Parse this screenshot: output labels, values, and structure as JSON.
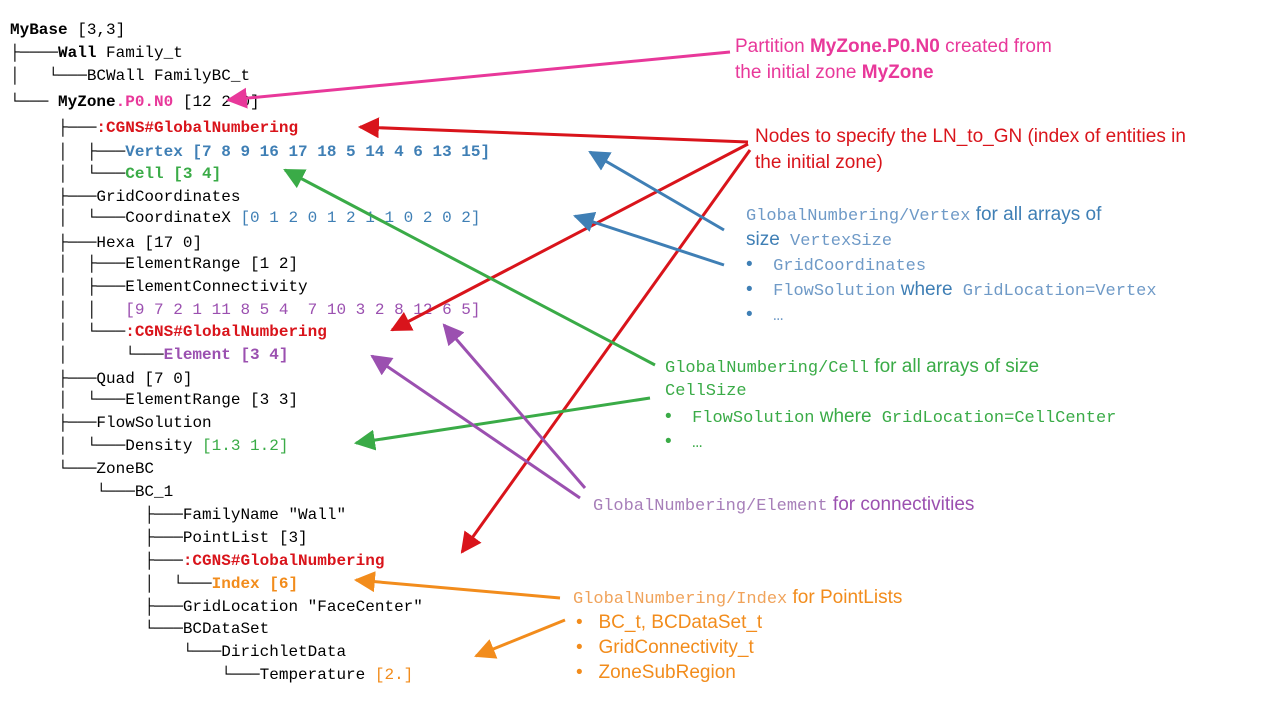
{
  "tree": {
    "l1_name": "MyBase",
    "l1_rest": " [3,3]",
    "l2_pre": "├────",
    "l2_name": "Wall",
    "l2_rest": " Family_t",
    "l3_pre": "│   └───",
    "l3_rest": "BCWall FamilyBC_t",
    "l4_pre": "└─── ",
    "l4_name": "MyZone",
    "l4_pink": ".P0.N0",
    "l4_rest": " [12 2 0]",
    "l5_pre": "     ├───",
    "l5_red": ":CGNS#GlobalNumbering",
    "l6_pre": "     │  ├───",
    "l6_blue": "Vertex [7 8 9 16 17 18 5 14 4 6 13 15]",
    "l7_pre": "     │  └───",
    "l7_green": "Cell [3 4]",
    "l8_pre": "     ├───",
    "l8_rest": "GridCoordinates",
    "l9_pre": "     │  └───",
    "l9_rest": "CoordinateX ",
    "l9_blue": "[0 1 2 0 1 2 1 1 0 2 0 2]",
    "l10_pre": "     ├───",
    "l10_rest": "Hexa [17 0]",
    "l11_pre": "     │  ├───",
    "l11_rest": "ElementRange [1 2]",
    "l12_pre": "     │  ├───",
    "l12_rest": "ElementConnectivity",
    "l13_pre": "     │  │   ",
    "l13_purple": "[9 7 2 1 11 8 5 4  7 10 3 2 8 12 6 5]",
    "l14_pre": "     │  └───",
    "l14_red": ":CGNS#GlobalNumbering",
    "l15_pre": "     │      └───",
    "l15_purple": "Element [3 4]",
    "l16_pre": "     ├───",
    "l16_rest": "Quad [7 0]",
    "l17_pre": "     │  └───",
    "l17_rest": "ElementRange [3 3]",
    "l18_pre": "     ├───",
    "l18_rest": "FlowSolution",
    "l19_pre": "     │  └───",
    "l19_rest": "Density ",
    "l19_green": "[1.3 1.2]",
    "l20_pre": "     └───",
    "l20_rest": "ZoneBC",
    "l21_pre": "         └───",
    "l21_rest": "BC_1",
    "l22_pre": "              ├───",
    "l22_rest": "FamilyName \"Wall\"",
    "l23_pre": "              ├───",
    "l23_rest": "PointList [3]",
    "l24_pre": "              ├───",
    "l24_red": ":CGNS#GlobalNumbering",
    "l25_pre": "              │  └───",
    "l25_orange": "Index [6]",
    "l26_pre": "              ├───",
    "l26_rest": "GridLocation \"FaceCenter\"",
    "l27_pre": "              └───",
    "l27_rest": "BCDataSet",
    "l28_pre": "                  └───",
    "l28_rest": "DirichletData",
    "l29_pre": "                      └───",
    "l29_rest": "Temperature ",
    "l29_orange": "[2.]"
  },
  "annotations": {
    "partition_a": "Partition ",
    "partition_b": "MyZone.P0.N0",
    "partition_c": " created from",
    "partition_d": "the initial zone ",
    "partition_e": "MyZone",
    "nodes_1": "Nodes to specify the LN_to_GN (index of entities in",
    "nodes_2": "the initial zone)",
    "vertex_1a": "GlobalNumbering/Vertex",
    "vertex_1b": " for all arrays of",
    "vertex_2a": "size",
    "vertex_2b": " VertexSize",
    "vertex_b1": "GridCoordinates",
    "vertex_b2a": "FlowSolution",
    "vertex_b2b": " where",
    "vertex_b2c": " GridLocation=Vertex",
    "vertex_b3": "…",
    "cell_1a": "GlobalNumbering/Cell",
    "cell_1b": " for all arrays of size",
    "cell_2": "CellSize",
    "cell_b1a": "FlowSolution",
    "cell_b1b": " where",
    "cell_b1c": " GridLocation=CellCenter",
    "cell_b2": "…",
    "elem_a": "GlobalNumbering/Element",
    "elem_b": " for connectivities",
    "index_a": "GlobalNumbering/Index",
    "index_b": " for PointLists",
    "index_b1": "BC_t, BCDataSet_t",
    "index_b2": "GridConnectivity_t",
    "index_b3": "ZoneSubRegion",
    "bullet": "•"
  },
  "colors": {
    "red": "#d9141b",
    "blue": "#3f7fb5",
    "green": "#3aab47",
    "purple": "#9b50b0",
    "orange": "#f28c1c",
    "pink": "#e8389a"
  }
}
